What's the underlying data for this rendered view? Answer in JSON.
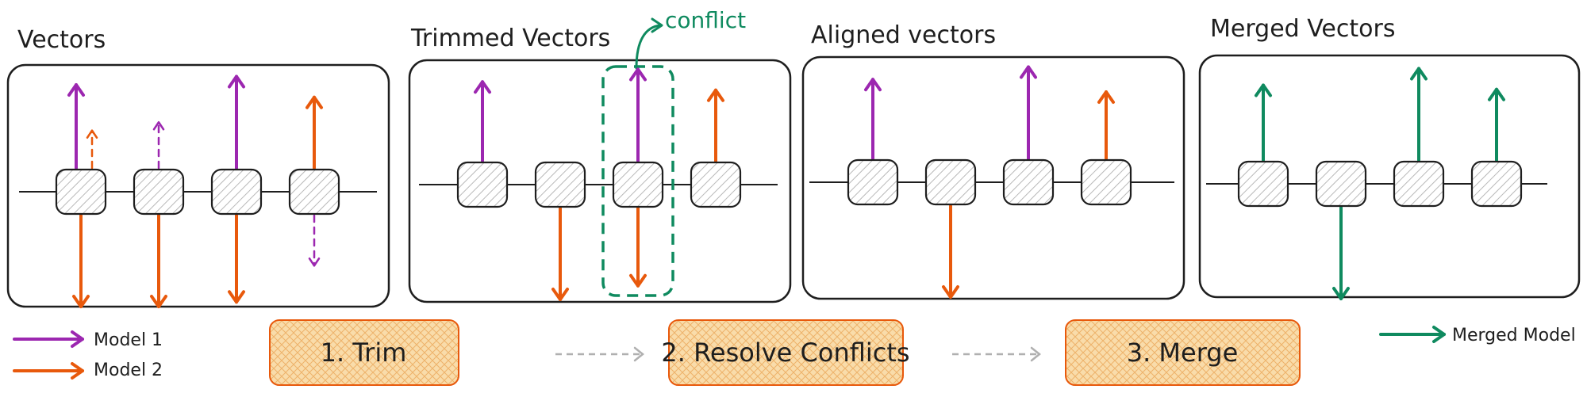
{
  "colors": {
    "model1": "#9c27b0",
    "model2": "#e8590c",
    "merged": "#0f8a5f",
    "step_fill": "#f8d9a8",
    "step_border": "#e8590c"
  },
  "panels": [
    {
      "title": "Vectors",
      "nodes": [
        {
          "up": {
            "model": "model1",
            "len": 1.0,
            "dashed": false
          },
          "up2": {
            "model": "model2",
            "len": 0.45,
            "dashed": true
          },
          "down": {
            "model": "model2",
            "len": 1.0,
            "dashed": false
          }
        },
        {
          "up": {
            "model": "model1",
            "len": 0.55,
            "dashed": true
          },
          "down": {
            "model": "model2",
            "len": 1.0,
            "dashed": false
          }
        },
        {
          "up": {
            "model": "model1",
            "len": 1.1,
            "dashed": false
          },
          "down": {
            "model": "model2",
            "len": 0.95,
            "dashed": false
          }
        },
        {
          "up": {
            "model": "model2",
            "len": 0.85,
            "dashed": false
          },
          "down": {
            "model": "model1",
            "len": 0.55,
            "dashed": true
          }
        }
      ]
    },
    {
      "title": "Trimmed Vectors",
      "conflict_label": "conflict",
      "conflict_index": 2,
      "nodes": [
        {
          "up": {
            "model": "model1",
            "len": 0.95,
            "dashed": false
          }
        },
        {
          "down": {
            "model": "model2",
            "len": 1.0,
            "dashed": false
          }
        },
        {
          "up": {
            "model": "model1",
            "len": 1.1,
            "dashed": false
          },
          "down": {
            "model": "model2",
            "len": 0.85,
            "dashed": false
          }
        },
        {
          "up": {
            "model": "model2",
            "len": 0.85,
            "dashed": false
          }
        }
      ]
    },
    {
      "title": "Aligned vectors",
      "nodes": [
        {
          "up": {
            "model": "model1",
            "len": 0.95,
            "dashed": false
          }
        },
        {
          "down": {
            "model": "model2",
            "len": 1.0,
            "dashed": false
          }
        },
        {
          "up": {
            "model": "model1",
            "len": 1.1,
            "dashed": false
          }
        },
        {
          "up": {
            "model": "model2",
            "len": 0.8,
            "dashed": false
          }
        }
      ]
    },
    {
      "title": "Merged Vectors",
      "nodes": [
        {
          "up": {
            "model": "merged",
            "len": 0.9,
            "dashed": false
          }
        },
        {
          "down": {
            "model": "merged",
            "len": 1.0,
            "dashed": false
          }
        },
        {
          "up": {
            "model": "merged",
            "len": 1.1,
            "dashed": false
          }
        },
        {
          "up": {
            "model": "merged",
            "len": 0.85,
            "dashed": false
          }
        }
      ]
    }
  ],
  "legend": {
    "model1": "Model 1",
    "model2": "Model 2",
    "merged": "Merged Model"
  },
  "steps": [
    "1. Trim",
    "2. Resolve Conflicts",
    "3. Merge"
  ]
}
